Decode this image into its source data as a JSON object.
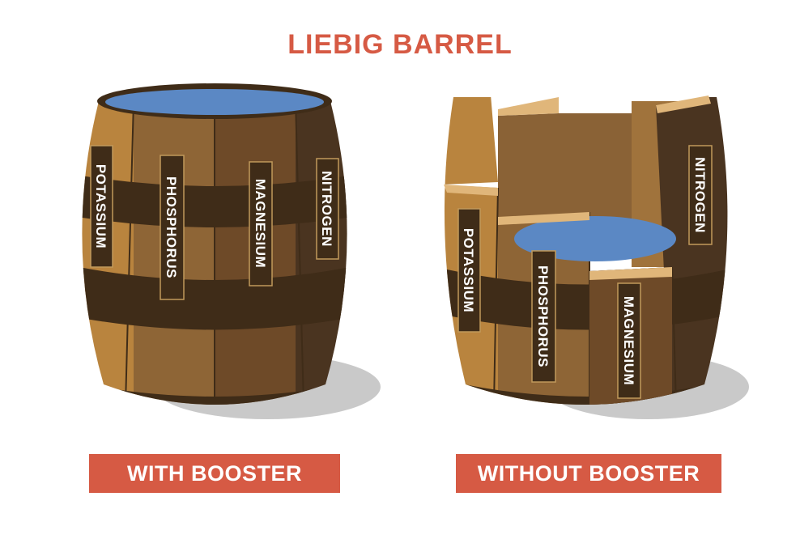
{
  "title": "LIEBIG BARREL",
  "left_barrel": {
    "caption": "WITH BOOSTER",
    "staves": [
      "POTASSIUM",
      "PHOSPHORUS",
      "MAGNESIUM",
      "NITROGEN"
    ]
  },
  "right_barrel": {
    "caption": "WITHOUT BOOSTER",
    "staves": [
      "POTASSIUM",
      "PHOSPHORUS",
      "MAGNESIUM",
      "NITROGEN"
    ]
  },
  "colors": {
    "accent": "#d65a44",
    "water": "#5b88c4",
    "wood_light": "#b9843e",
    "wood_mid": "#8e6536",
    "wood_dark": "#6e4a28",
    "hoop": "#3f2c18"
  }
}
